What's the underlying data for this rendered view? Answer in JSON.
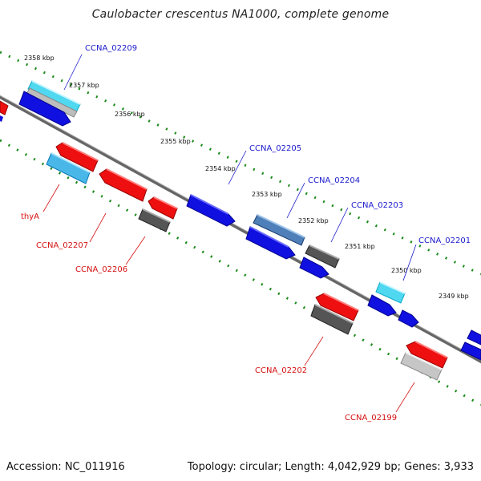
{
  "title": "Caulobacter crescentus NA1000, complete genome",
  "footer": {
    "accession": "Accession: NC_011916",
    "summary": "Topology: circular; Length: 4,042,929 bp; Genes: 3,933"
  },
  "colors": {
    "forward_strand": "#1010e0",
    "reverse_strand": "#ee1010",
    "tick": "#1a8a1a",
    "backbone": "#777777",
    "label_forward": "#1a1acc",
    "label_reverse": "#d41010"
  },
  "ruler_ticks": [
    "2358 kbp",
    "2357 kbp",
    "2356 kbp",
    "2355 kbp",
    "2354 kbp",
    "2353 kbp",
    "2352 kbp",
    "2351 kbp",
    "2350 kbp",
    "2349 kbp"
  ],
  "gene_labels": {
    "CCNA_02209": "CCNA_02209",
    "CCNA_02205": "CCNA_02205",
    "CCNA_02204": "CCNA_02204",
    "CCNA_02203": "CCNA_02203",
    "CCNA_02201": "CCNA_02201",
    "thyA": "thyA",
    "CCNA_02207": "CCNA_02207",
    "CCNA_02206": "CCNA_02206",
    "CCNA_02202": "CCNA_02202",
    "CCNA_02199": "CCNA_02199"
  }
}
